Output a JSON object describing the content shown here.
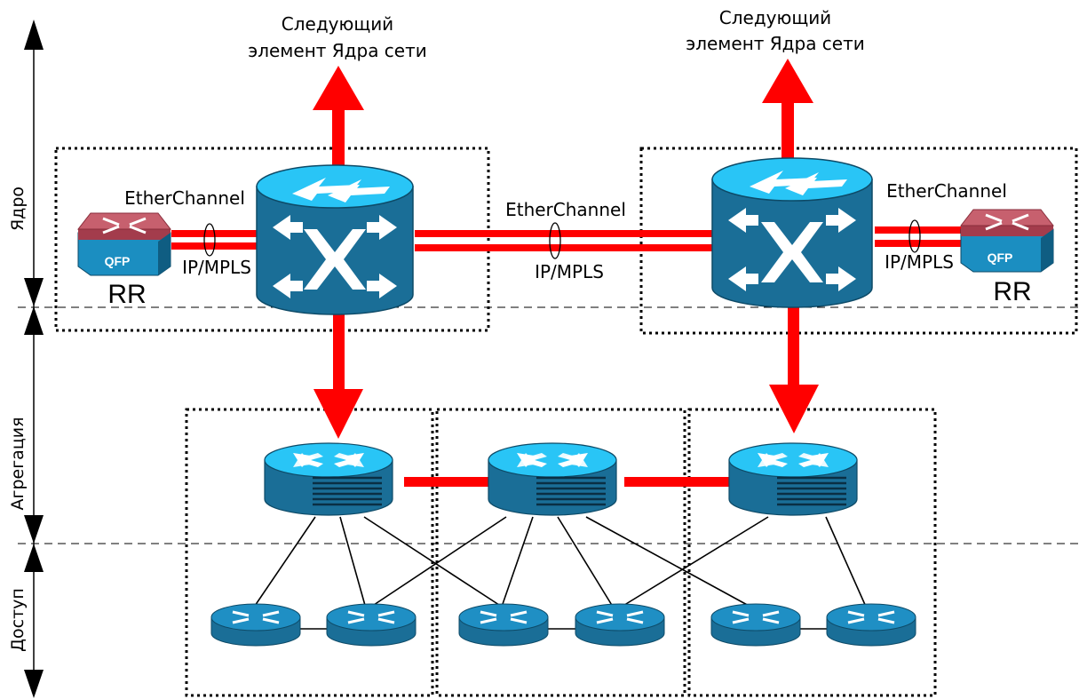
{
  "layers": {
    "core": "Ядро",
    "aggregation": "Агрегация",
    "access": "Доступ"
  },
  "core_left": {
    "next_core_line1": "Следующий",
    "next_core_line2": "элемент Ядра сети",
    "etherchannel": "EtherChannel",
    "ipmpls": "IP/MPLS",
    "rr_label": "RR",
    "rr_badge": "QFP"
  },
  "core_right": {
    "next_core_line1": "Следующий",
    "next_core_line2": "элемент Ядра сети",
    "etherchannel": "EtherChannel",
    "ipmpls": "IP/MPLS",
    "rr_label": "RR",
    "rr_badge": "QFP"
  },
  "core_interlink": {
    "etherchannel": "EtherChannel",
    "ipmpls": "IP/MPLS"
  },
  "colors": {
    "link_red": "#ff0000",
    "device_blue": "#1a6e97",
    "device_light": "#29c5f6",
    "rr_red": "#b04455"
  },
  "icons": {
    "core_switch": "multilayer-switch-icon",
    "aggregation_switch": "layer3-switch-icon",
    "access_router": "router-icon",
    "route_reflector": "qfp-router-icon"
  }
}
